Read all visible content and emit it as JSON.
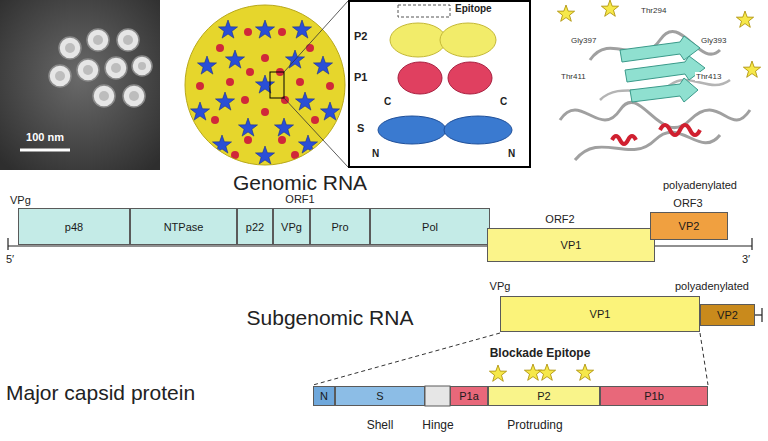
{
  "diagram": {
    "nodes": [
      {
        "text": [
          "p48"
        ]
      },
      {
        "text": [
          "NTPase"
        ]
      },
      {
        "text": [
          "p22"
        ]
      },
      {
        "text": [
          "VPg"
        ]
      },
      {
        "text": [
          "Pro"
        ]
      },
      {
        "text": [
          "Pol"
        ]
      },
      {
        "text": [
          "VP1"
        ]
      },
      {
        "text": [
          "VP2"
        ]
      },
      {
        "text": [
          "VP1"
        ]
      },
      {
        "text": [
          "VP2"
        ]
      },
      {
        "text": [
          "N"
        ]
      },
      {
        "text": [
          "S"
        ]
      },
      {
        "text": [
          "P1a"
        ]
      },
      {
        "text": [
          "P2"
        ]
      },
      {
        "text": [
          "P1b"
        ]
      }
    ],
    "labels": [
      "100 nm",
      "Epitope",
      "P2",
      "P1",
      "S",
      "C",
      "C",
      "N",
      "N",
      "Thr294",
      "Gly397",
      "Gly393",
      "Thr411",
      "Thr413",
      "Genomic RNA",
      "VPg",
      "ORF1",
      "ORF2",
      "ORF3",
      "polyadenylated",
      "5′",
      "3′",
      "Subgenomic RNA",
      "VPg",
      "polyadenylated",
      "Major capsid protein",
      "Blockade Epitope",
      "Shell",
      "Hinge",
      "Protruding"
    ]
  }
}
